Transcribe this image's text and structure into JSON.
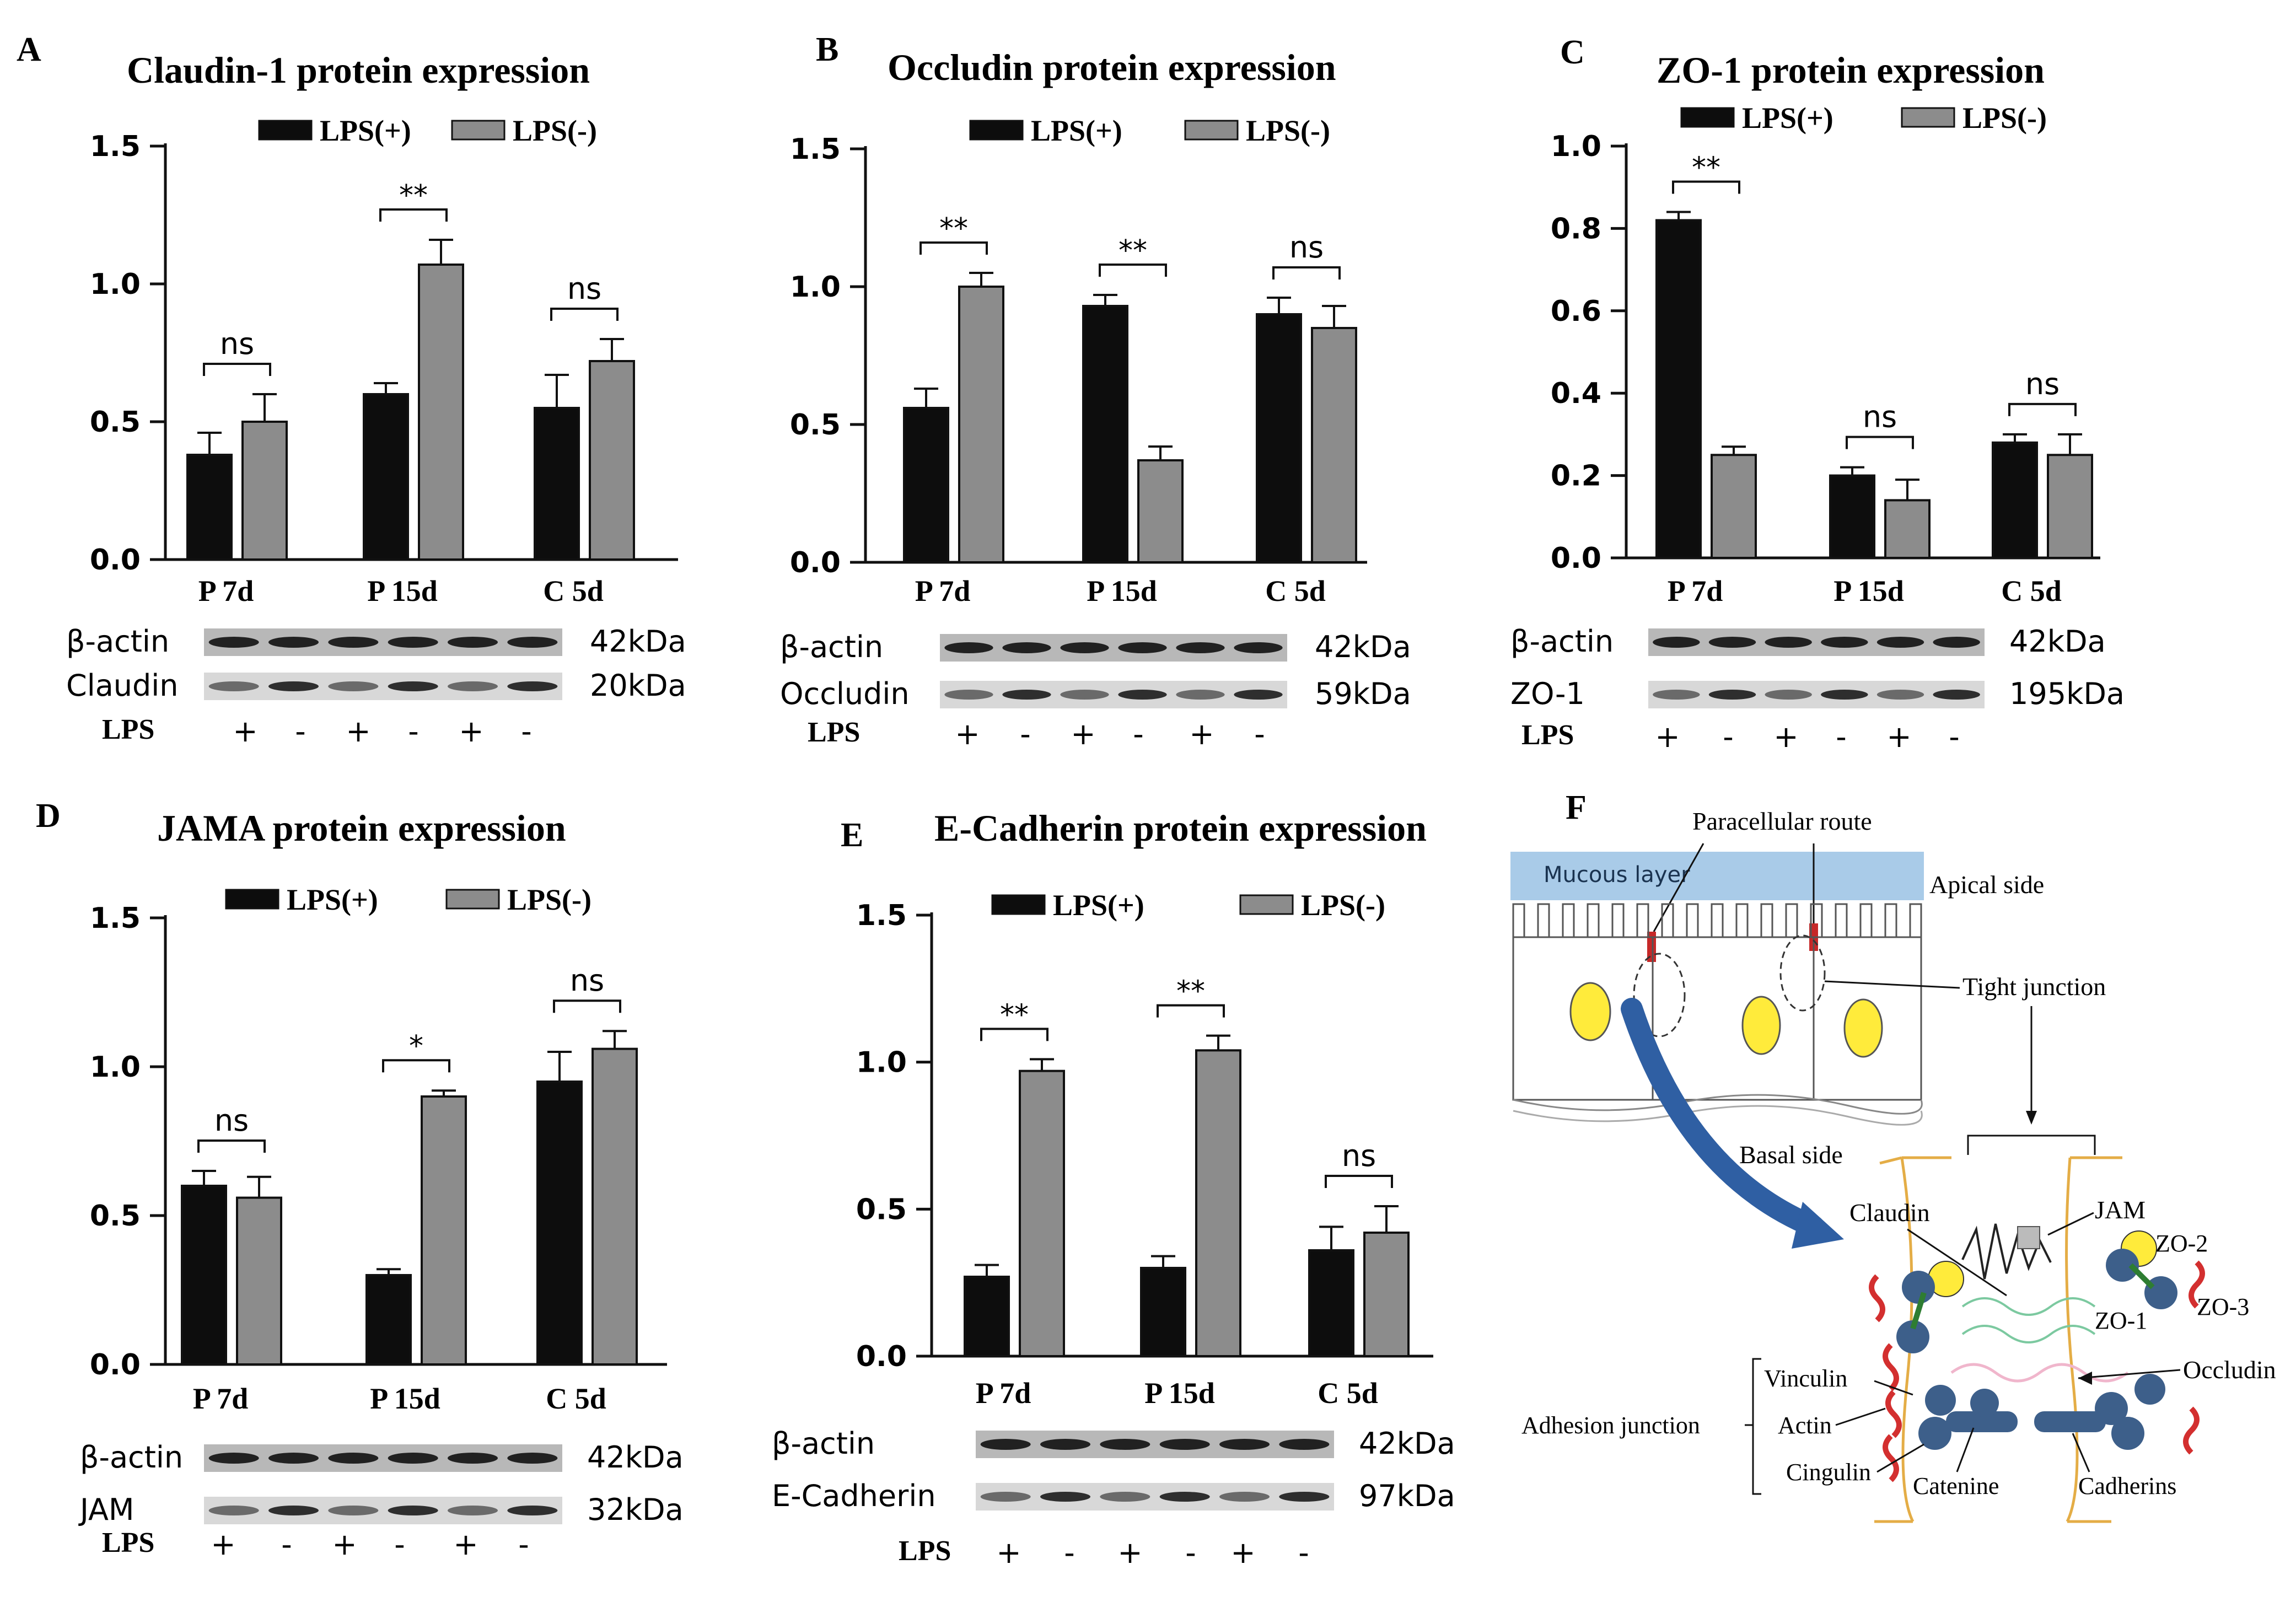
{
  "chart_data": [
    {
      "letter": "A",
      "type": "bar",
      "title": "Claudin-1  protein expression",
      "categories": [
        "P 7d",
        "P 15d",
        "C 5d"
      ],
      "series": [
        {
          "name": "LPS(+)",
          "values": [
            0.38,
            0.6,
            0.55
          ],
          "errors": [
            0.08,
            0.04,
            0.12
          ]
        },
        {
          "name": "LPS(-)",
          "values": [
            0.5,
            1.07,
            0.72
          ],
          "errors": [
            0.1,
            0.09,
            0.08
          ]
        }
      ],
      "ylim": [
        0,
        1.5
      ],
      "yticks": [
        "0.0",
        "0.5",
        "1.0",
        "1.5"
      ],
      "significance": [
        "ns",
        "**",
        "ns"
      ],
      "blot": {
        "rows": [
          {
            "label": "β-actin",
            "kda": "42kDa"
          },
          {
            "label": "Claudin",
            "kda": "20kDa"
          }
        ],
        "lps_label": "LPS",
        "lps_signs": [
          "+",
          "-",
          "+",
          "-",
          "+",
          "-"
        ]
      }
    },
    {
      "letter": "B",
      "type": "bar",
      "title": "Occludin protein expression",
      "categories": [
        "P 7d",
        "P 15d",
        "C 5d"
      ],
      "series": [
        {
          "name": "LPS(+)",
          "values": [
            0.56,
            0.93,
            0.9
          ],
          "errors": [
            0.07,
            0.04,
            0.06
          ]
        },
        {
          "name": "LPS(-)",
          "values": [
            1.0,
            0.37,
            0.85
          ],
          "errors": [
            0.05,
            0.05,
            0.08
          ]
        }
      ],
      "ylim": [
        0,
        1.5
      ],
      "yticks": [
        "0.0",
        "0.5",
        "1.0",
        "1.5"
      ],
      "significance": [
        "**",
        "**",
        "ns"
      ],
      "blot": {
        "rows": [
          {
            "label": "β-actin",
            "kda": "42kDa"
          },
          {
            "label": "Occludin",
            "kda": "59kDa"
          }
        ],
        "lps_label": "LPS",
        "lps_signs": [
          "+",
          "-",
          "+",
          "-",
          "+",
          "-"
        ]
      }
    },
    {
      "letter": "C",
      "type": "bar",
      "title": "ZO-1 protein expression",
      "categories": [
        "P 7d",
        "P 15d",
        "C 5d"
      ],
      "series": [
        {
          "name": "LPS(+)",
          "values": [
            0.82,
            0.2,
            0.28
          ],
          "errors": [
            0.02,
            0.02,
            0.02
          ]
        },
        {
          "name": "LPS(-)",
          "values": [
            0.25,
            0.14,
            0.25
          ],
          "errors": [
            0.02,
            0.05,
            0.05
          ]
        }
      ],
      "ylim": [
        0,
        1.0
      ],
      "yticks": [
        "0.0",
        "0.2",
        "0.4",
        "0.6",
        "0.8",
        "1.0"
      ],
      "significance": [
        "**",
        "ns",
        "ns"
      ],
      "blot": {
        "rows": [
          {
            "label": "β-actin",
            "kda": "42kDa"
          },
          {
            "label": "ZO-1",
            "kda": "195kDa"
          }
        ],
        "lps_label": "LPS",
        "lps_signs": [
          "+",
          "-",
          "+",
          "-",
          "+",
          "-"
        ]
      }
    },
    {
      "letter": "D",
      "type": "bar",
      "title": "JAMA  protein expression",
      "categories": [
        "P 7d",
        "P 15d",
        "C 5d"
      ],
      "series": [
        {
          "name": "LPS(+)",
          "values": [
            0.6,
            0.3,
            0.95
          ],
          "errors": [
            0.05,
            0.02,
            0.1
          ]
        },
        {
          "name": "LPS(-)",
          "values": [
            0.56,
            0.9,
            1.06
          ],
          "errors": [
            0.07,
            0.02,
            0.06
          ]
        }
      ],
      "ylim": [
        0,
        1.5
      ],
      "yticks": [
        "0.0",
        "0.5",
        "1.0",
        "1.5"
      ],
      "significance": [
        "ns",
        "*",
        "ns"
      ],
      "blot": {
        "rows": [
          {
            "label": "β-actin",
            "kda": "42kDa"
          },
          {
            "label": "JAM",
            "kda": "32kDa"
          }
        ],
        "lps_label": "LPS",
        "lps_signs": [
          "+",
          "-",
          "+",
          "-",
          "+",
          "-"
        ]
      }
    },
    {
      "letter": "E",
      "type": "bar",
      "title": "E-Cadherin protein expression",
      "categories": [
        "P 7d",
        "P 15d",
        "C 5d"
      ],
      "series": [
        {
          "name": "LPS(+)",
          "values": [
            0.27,
            0.3,
            0.36
          ],
          "errors": [
            0.04,
            0.04,
            0.08
          ]
        },
        {
          "name": "LPS(-)",
          "values": [
            0.97,
            1.04,
            0.42
          ],
          "errors": [
            0.04,
            0.05,
            0.09
          ]
        }
      ],
      "ylim": [
        0,
        1.5
      ],
      "yticks": [
        "0.0",
        "0.5",
        "1.0",
        "1.5"
      ],
      "significance": [
        "**",
        "**",
        "ns"
      ],
      "blot": {
        "rows": [
          {
            "label": "β-actin",
            "kda": "42kDa"
          },
          {
            "label": "E-Cadherin",
            "kda": "97kDa"
          }
        ],
        "lps_label": "LPS",
        "lps_signs": [
          "+",
          "-",
          "+",
          "-",
          "+",
          "-"
        ]
      }
    }
  ],
  "diagram": {
    "letter": "F",
    "labels": {
      "paracellular": "Paracellular route",
      "mucous": "Mucous layer",
      "apical": "Apical side",
      "tight": "Tight junction",
      "basal": "Basal side",
      "claudin": "Claudin",
      "jam": "JAM",
      "zo2": "ZO-2",
      "zo3": "ZO-3",
      "zo1": "ZO-1",
      "occludin": "Occludin",
      "vinculin": "Vinculin",
      "actin": "Actin",
      "cingulin": "Cingulin",
      "adhesion": "Adhesion junction",
      "catenine": "Catenine",
      "cadherins": "Cadherins"
    }
  },
  "colors": {
    "lps_plus": "#0d0d0d",
    "lps_minus": "#8c8c8c",
    "mucous": "#a9cbe8",
    "arrow": "#2f5fa3",
    "nucleus": "#ffeb3b",
    "protein": "#3d5f8a",
    "membrane": "#e4ad46"
  }
}
